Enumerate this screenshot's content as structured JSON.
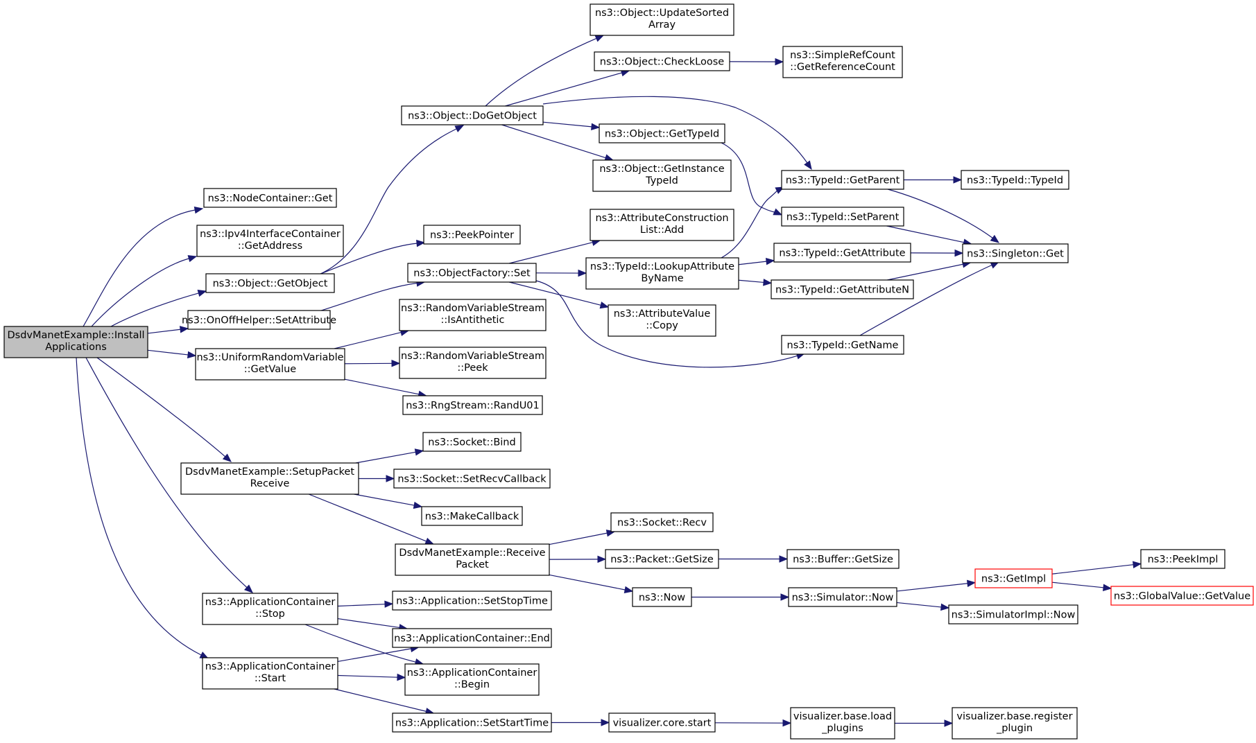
{
  "diagram": {
    "type": "call-graph",
    "colors": {
      "edge": "#191970",
      "root_fill": "#bfbfbf",
      "node_border": "#000000",
      "truncated_border": "#ff0000"
    },
    "nodes": [
      {
        "id": "root",
        "lines": [
          "DsdvManetExample::Install",
          "Applications"
        ],
        "style": "root"
      },
      {
        "id": "nc_get",
        "lines": [
          "ns3::NodeContainer::Get"
        ]
      },
      {
        "id": "ipv4_getaddr",
        "lines": [
          "ns3::Ipv4InterfaceContainer",
          "::GetAddress"
        ]
      },
      {
        "id": "obj_getobject",
        "lines": [
          "ns3::Object::GetObject"
        ]
      },
      {
        "id": "onoff_setattr",
        "lines": [
          "ns3::OnOffHelper::SetAttribute"
        ]
      },
      {
        "id": "urv_getvalue",
        "lines": [
          "ns3::UniformRandomVariable",
          "::GetValue"
        ]
      },
      {
        "id": "setup_recv",
        "lines": [
          "DsdvManetExample::SetupPacket",
          "Receive"
        ]
      },
      {
        "id": "app_stop",
        "lines": [
          "ns3::ApplicationContainer",
          "::Stop"
        ]
      },
      {
        "id": "app_start",
        "lines": [
          "ns3::ApplicationContainer",
          "::Start"
        ]
      },
      {
        "id": "obj_dogetobject",
        "lines": [
          "ns3::Object::DoGetObject"
        ]
      },
      {
        "id": "peekpointer",
        "lines": [
          "ns3::PeekPointer"
        ]
      },
      {
        "id": "objfactory_set",
        "lines": [
          "ns3::ObjectFactory::Set"
        ]
      },
      {
        "id": "rvs_isanti",
        "lines": [
          "ns3::RandomVariableStream",
          "::IsAntithetic"
        ]
      },
      {
        "id": "rvs_peek",
        "lines": [
          "ns3::RandomVariableStream",
          "::Peek"
        ]
      },
      {
        "id": "rng_randu01",
        "lines": [
          "ns3::RngStream::RandU01"
        ]
      },
      {
        "id": "sock_bind",
        "lines": [
          "ns3::Socket::Bind"
        ]
      },
      {
        "id": "sock_setrecvcb",
        "lines": [
          "ns3::Socket::SetRecvCallback"
        ]
      },
      {
        "id": "makecallback",
        "lines": [
          "ns3::MakeCallback"
        ]
      },
      {
        "id": "recv_packet",
        "lines": [
          "DsdvManetExample::Receive",
          "Packet"
        ]
      },
      {
        "id": "app_setstoptime",
        "lines": [
          "ns3::Application::SetStopTime"
        ]
      },
      {
        "id": "appc_end",
        "lines": [
          "ns3::ApplicationContainer::End"
        ]
      },
      {
        "id": "appc_begin",
        "lines": [
          "ns3::ApplicationContainer",
          "::Begin"
        ]
      },
      {
        "id": "app_setstarttime",
        "lines": [
          "ns3::Application::SetStartTime"
        ]
      },
      {
        "id": "obj_updatesorted",
        "lines": [
          "ns3::Object::UpdateSorted",
          "Array"
        ]
      },
      {
        "id": "obj_checkloose",
        "lines": [
          "ns3::Object::CheckLoose"
        ]
      },
      {
        "id": "obj_gettypeid",
        "lines": [
          "ns3::Object::GetTypeId"
        ]
      },
      {
        "id": "obj_getinsttypeid",
        "lines": [
          "ns3::Object::GetInstance",
          "TypeId"
        ]
      },
      {
        "id": "attrcons_add",
        "lines": [
          "ns3::AttributeConstruction",
          "List::Add"
        ]
      },
      {
        "id": "tid_lookupattr",
        "lines": [
          "ns3::TypeId::LookupAttribute",
          "ByName"
        ]
      },
      {
        "id": "attrval_copy",
        "lines": [
          "ns3::AttributeValue",
          "::Copy"
        ]
      },
      {
        "id": "sock_recv",
        "lines": [
          "ns3::Socket::Recv"
        ]
      },
      {
        "id": "pkt_getsize",
        "lines": [
          "ns3::Packet::GetSize"
        ]
      },
      {
        "id": "now",
        "lines": [
          "ns3::Now"
        ]
      },
      {
        "id": "vis_core_start",
        "lines": [
          "visualizer.core.start"
        ]
      },
      {
        "id": "simple_getrefcount",
        "lines": [
          "ns3::SimpleRefCount",
          "::GetReferenceCount"
        ]
      },
      {
        "id": "tid_getparent",
        "lines": [
          "ns3::TypeId::GetParent"
        ]
      },
      {
        "id": "tid_setparent",
        "lines": [
          "ns3::TypeId::SetParent"
        ]
      },
      {
        "id": "tid_getattribute",
        "lines": [
          "ns3::TypeId::GetAttribute"
        ]
      },
      {
        "id": "tid_getattributen",
        "lines": [
          "ns3::TypeId::GetAttributeN"
        ]
      },
      {
        "id": "tid_getname",
        "lines": [
          "ns3::TypeId::GetName"
        ]
      },
      {
        "id": "buf_getsize",
        "lines": [
          "ns3::Buffer::GetSize"
        ]
      },
      {
        "id": "sim_now",
        "lines": [
          "ns3::Simulator::Now"
        ]
      },
      {
        "id": "vis_load_plugins",
        "lines": [
          "visualizer.base.load",
          "_plugins"
        ]
      },
      {
        "id": "tid_typeid",
        "lines": [
          "ns3::TypeId::TypeId"
        ]
      },
      {
        "id": "singleton_get",
        "lines": [
          "ns3::Singleton::Get"
        ]
      },
      {
        "id": "getimpl",
        "lines": [
          "ns3::GetImpl"
        ],
        "style": "red"
      },
      {
        "id": "simimpl_now",
        "lines": [
          "ns3::SimulatorImpl::Now"
        ]
      },
      {
        "id": "vis_register_plugin",
        "lines": [
          "visualizer.base.register",
          "_plugin"
        ]
      },
      {
        "id": "peekimpl",
        "lines": [
          "ns3::PeekImpl"
        ]
      },
      {
        "id": "gv_getvalue",
        "lines": [
          "ns3::GlobalValue::GetValue"
        ],
        "style": "red"
      }
    ],
    "edges": [
      [
        "root",
        "nc_get"
      ],
      [
        "root",
        "ipv4_getaddr"
      ],
      [
        "root",
        "obj_getobject"
      ],
      [
        "root",
        "onoff_setattr"
      ],
      [
        "root",
        "urv_getvalue"
      ],
      [
        "root",
        "setup_recv"
      ],
      [
        "root",
        "app_stop"
      ],
      [
        "root",
        "app_start"
      ],
      [
        "obj_getobject",
        "obj_dogetobject"
      ],
      [
        "obj_getobject",
        "peekpointer"
      ],
      [
        "onoff_setattr",
        "objfactory_set"
      ],
      [
        "urv_getvalue",
        "rvs_isanti"
      ],
      [
        "urv_getvalue",
        "rvs_peek"
      ],
      [
        "urv_getvalue",
        "rng_randu01"
      ],
      [
        "setup_recv",
        "sock_bind"
      ],
      [
        "setup_recv",
        "sock_setrecvcb"
      ],
      [
        "setup_recv",
        "makecallback"
      ],
      [
        "setup_recv",
        "recv_packet"
      ],
      [
        "app_stop",
        "app_setstoptime"
      ],
      [
        "app_stop",
        "appc_end"
      ],
      [
        "app_stop",
        "appc_begin"
      ],
      [
        "app_start",
        "appc_end"
      ],
      [
        "app_start",
        "appc_begin"
      ],
      [
        "app_start",
        "app_setstarttime"
      ],
      [
        "obj_dogetobject",
        "obj_updatesorted"
      ],
      [
        "obj_dogetobject",
        "obj_checkloose"
      ],
      [
        "obj_dogetobject",
        "obj_gettypeid"
      ],
      [
        "obj_dogetobject",
        "obj_getinsttypeid"
      ],
      [
        "obj_dogetobject",
        "tid_getparent"
      ],
      [
        "objfactory_set",
        "attrcons_add"
      ],
      [
        "objfactory_set",
        "tid_lookupattr"
      ],
      [
        "objfactory_set",
        "attrval_copy"
      ],
      [
        "objfactory_set",
        "tid_getname"
      ],
      [
        "obj_checkloose",
        "simple_getrefcount"
      ],
      [
        "obj_gettypeid",
        "tid_setparent"
      ],
      [
        "tid_lookupattr",
        "tid_getparent"
      ],
      [
        "tid_lookupattr",
        "tid_getattribute"
      ],
      [
        "tid_lookupattr",
        "tid_getattributen"
      ],
      [
        "tid_getparent",
        "tid_typeid"
      ],
      [
        "tid_getparent",
        "singleton_get"
      ],
      [
        "tid_setparent",
        "singleton_get"
      ],
      [
        "tid_getattribute",
        "singleton_get"
      ],
      [
        "tid_getattributen",
        "singleton_get"
      ],
      [
        "tid_getname",
        "singleton_get"
      ],
      [
        "recv_packet",
        "sock_recv"
      ],
      [
        "recv_packet",
        "pkt_getsize"
      ],
      [
        "recv_packet",
        "now"
      ],
      [
        "pkt_getsize",
        "buf_getsize"
      ],
      [
        "now",
        "sim_now"
      ],
      [
        "sim_now",
        "getimpl"
      ],
      [
        "sim_now",
        "simimpl_now"
      ],
      [
        "getimpl",
        "peekimpl"
      ],
      [
        "getimpl",
        "gv_getvalue"
      ],
      [
        "app_setstarttime",
        "vis_core_start"
      ],
      [
        "vis_core_start",
        "vis_load_plugins"
      ],
      [
        "vis_load_plugins",
        "vis_register_plugin"
      ]
    ]
  }
}
